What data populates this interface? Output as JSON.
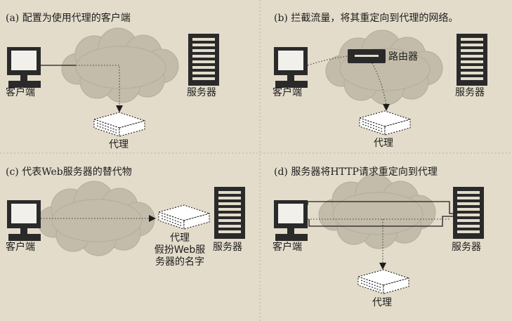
{
  "panels": {
    "a": {
      "tag": "(a)",
      "title": "配置为使用代理的客户端",
      "client": "客户端",
      "server": "服务器",
      "proxy": "代理"
    },
    "b": {
      "tag": "(b)",
      "title": "拦截流量，将其重定向到代理的网络。",
      "router": "路由器",
      "client": "客户端",
      "server": "服务器",
      "proxy": "代理"
    },
    "c": {
      "tag": "(c)",
      "title": "代表Web服务器的替代物",
      "client": "客户端",
      "proxy_lines": [
        "代理",
        "假扮Web服",
        "务器的名字"
      ],
      "server": "服务器"
    },
    "d": {
      "tag": "(d)",
      "title": "服务器将HTTP请求重定向到代理",
      "client": "客户端",
      "server": "服务器",
      "proxy": "代理"
    }
  },
  "colors": {
    "background": "#e3dccb",
    "cloud_fill": "#c3bcaa",
    "cloud_stroke": "#b3ac9a",
    "ink": "#1d1d1d",
    "divider": "#b8b1a2"
  }
}
